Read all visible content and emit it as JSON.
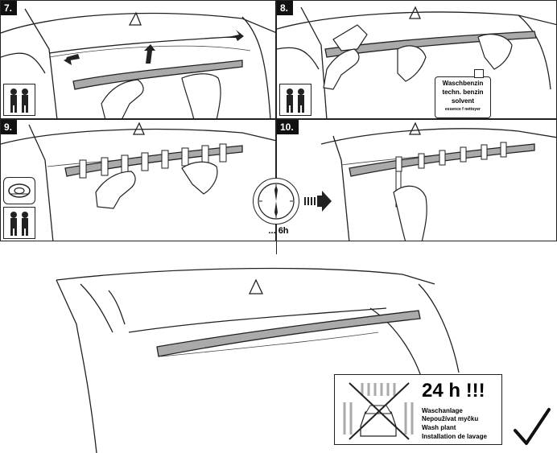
{
  "steps": [
    {
      "number": "7."
    },
    {
      "number": "8."
    },
    {
      "number": "9."
    },
    {
      "number": "10."
    }
  ],
  "solvent_can": {
    "lines": [
      "Waschbenzin",
      "techn. benzin",
      "solvent",
      "essence f nettoyer"
    ]
  },
  "timer": {
    "label": "... 6h"
  },
  "warning": {
    "duration": "24 h !!!",
    "lines": [
      "Waschanlage",
      "Nepoužívat myčku",
      "Wash plant",
      "Installation de lavage"
    ]
  },
  "icons": {
    "two_persons": "two-persons-icon",
    "tape_roll": "tape-roll-icon",
    "clock": "clock-icon",
    "arrow": "arrow-right-icon",
    "checkmark": "checkmark-icon",
    "car_wash": "car-wash-icon"
  }
}
